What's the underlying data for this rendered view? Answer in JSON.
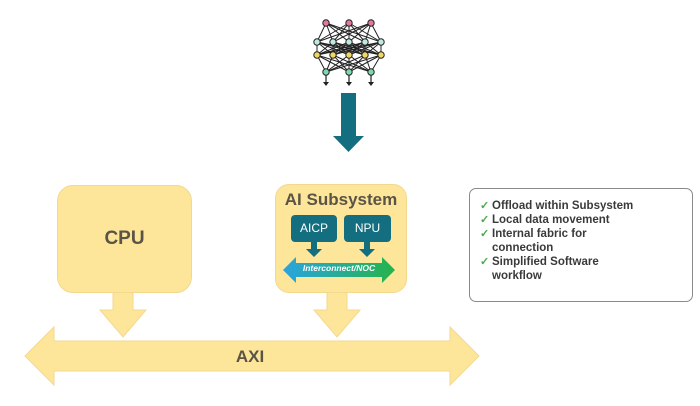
{
  "diagram": {
    "neural_net_icon": "neural-network-icon",
    "cpu": {
      "label": "CPU"
    },
    "ai_subsystem": {
      "title": "AI Subsystem",
      "blocks": [
        {
          "label": "AICP"
        },
        {
          "label": "NPU"
        }
      ],
      "interconnect": {
        "label": "Interconnect/NOC"
      }
    },
    "bus": {
      "label": "AXI"
    },
    "benefits": [
      {
        "icon": "check-icon",
        "text": "Offload within Subsystem"
      },
      {
        "icon": "check-icon",
        "text": "Local data movement"
      },
      {
        "icon": "check-icon",
        "text": "Internal fabric for connection"
      },
      {
        "icon": "check-icon",
        "text": "Simplified Software workflow"
      }
    ],
    "colors": {
      "block_fill": "#fde599",
      "accent_teal": "#136f80",
      "interconnect_start": "#2aa4e0",
      "interconnect_end": "#26b34a",
      "check_green": "#4aa84a"
    }
  }
}
